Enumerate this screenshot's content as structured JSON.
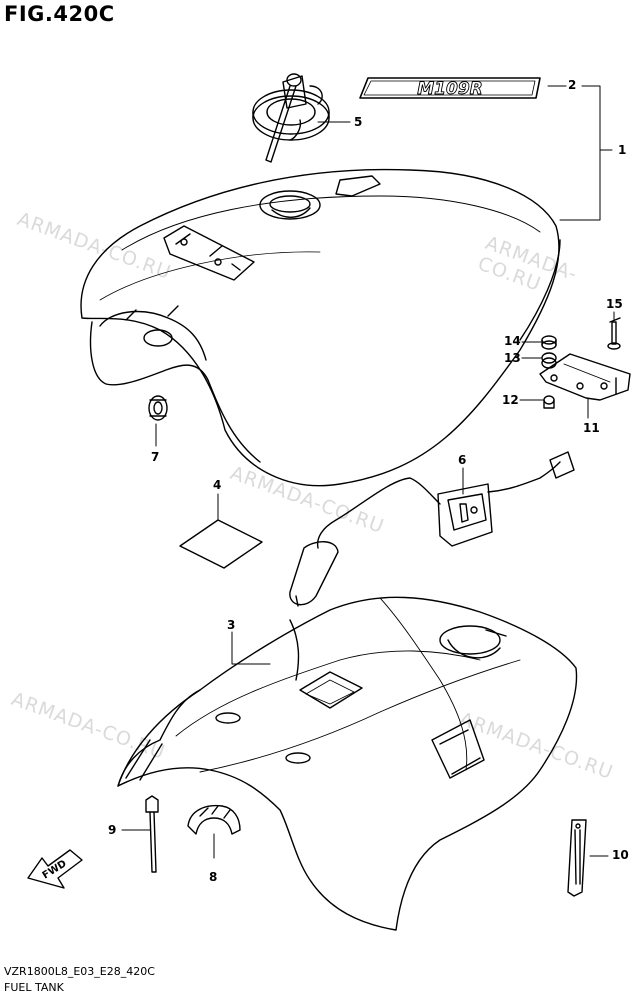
{
  "figure_title": "FIG.420C",
  "footer": {
    "code": "VZR1800L8_E03_E28_420C",
    "caption": "FUEL TANK"
  },
  "emblem_text": "M109R",
  "forward_arrow_label": "FWD",
  "watermark_text": "ARMADA-CO.RU",
  "callouts": {
    "c1": "1",
    "c2": "2",
    "c3": "3",
    "c4": "4",
    "c5": "5",
    "c6": "6",
    "c7": "7",
    "c8": "8",
    "c9": "9",
    "c10": "10",
    "c11": "11",
    "c12": "12",
    "c13": "13",
    "c14": "14",
    "c15": "15"
  }
}
